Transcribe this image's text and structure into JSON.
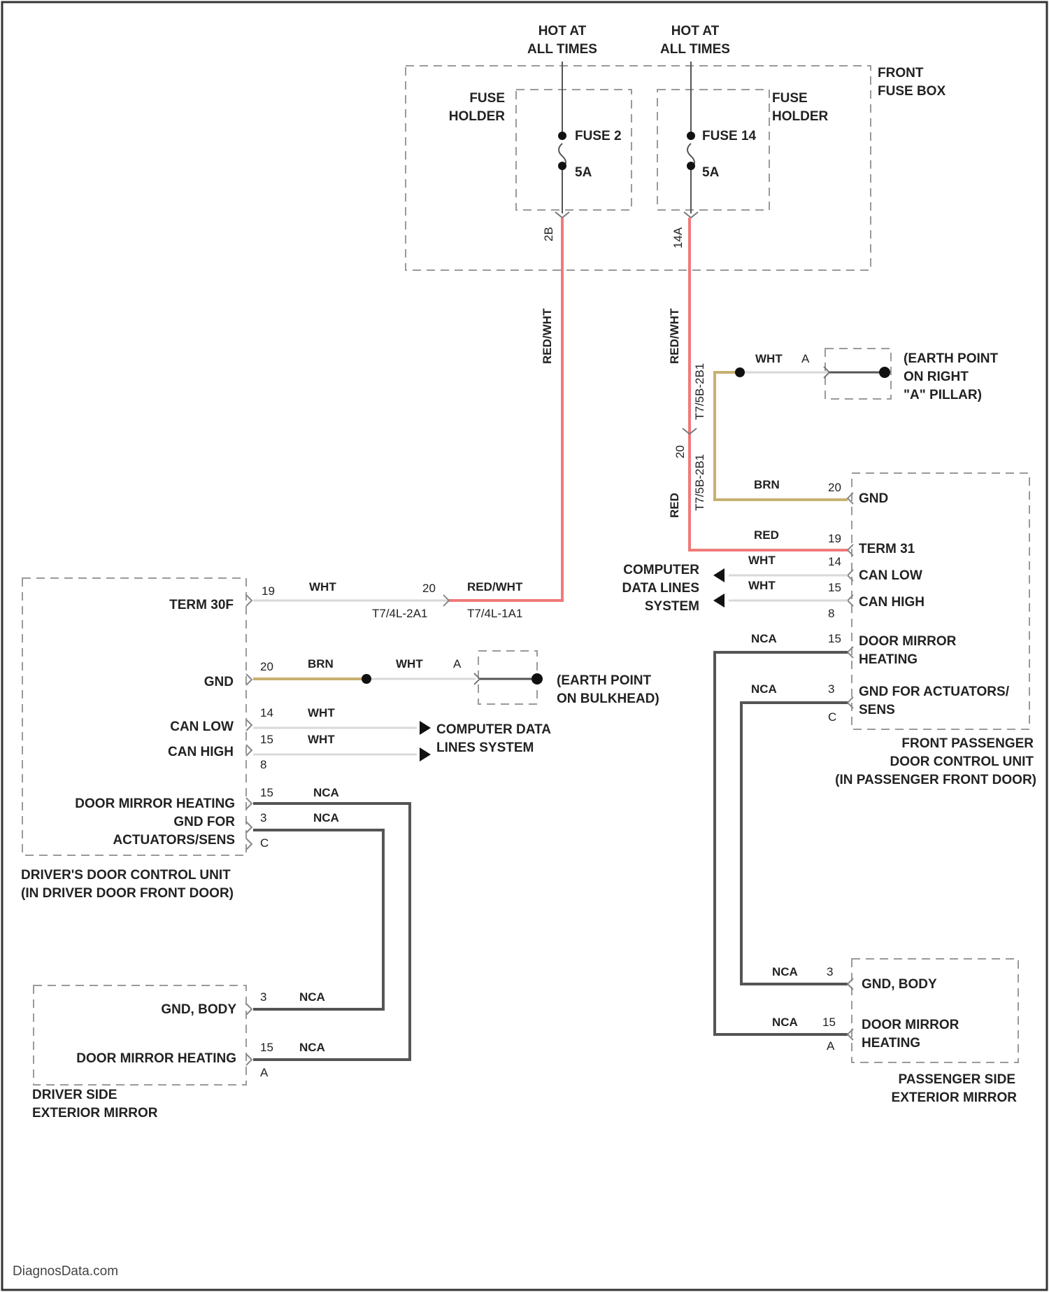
{
  "watermark": "DiagnosData.com",
  "colors": {
    "red_wht": "#f07a7a",
    "brn": "#c8b070",
    "wht": "#d8d8d8",
    "nca": "#555555",
    "box": "#9a9a9a"
  },
  "fuse_box": {
    "label_line1": "FRONT",
    "label_line2": "FUSE BOX",
    "hot_left_1": "HOT AT",
    "hot_left_2": "ALL TIMES",
    "hot_right_1": "HOT AT",
    "hot_right_2": "ALL TIMES",
    "holder_left_1": "FUSE",
    "holder_left_2": "HOLDER",
    "holder_right_1": "FUSE",
    "holder_right_2": "HOLDER",
    "fuse_left": "FUSE 2",
    "fuse_left_amp": "5A",
    "fuse_right": "FUSE 14",
    "fuse_right_amp": "5A",
    "pin_left": "2B",
    "pin_right": "14A"
  },
  "wires": {
    "red_wht": "RED/WHT",
    "red": "RED",
    "wht": "WHT",
    "brn": "BRN",
    "nca": "NCA"
  },
  "circuits": {
    "left_1": "T7/4L-2A1",
    "left_2": "T7/4L-1A1",
    "right_1": "T7/5B-2B1",
    "right_2": "T7/5B-2B1"
  },
  "earth_right": {
    "pin": "A",
    "line1": "(EARTH POINT",
    "line2": "ON RIGHT",
    "line3": "\"A\" PILLAR)"
  },
  "earth_left": {
    "pin": "A",
    "line1": "(EARTH POINT",
    "line2": "ON BULKHEAD)"
  },
  "passenger_unit": {
    "pins": [
      "20",
      "19",
      "14",
      "15",
      "8",
      "15",
      "3",
      "C"
    ],
    "gnd": "GND",
    "term31": "TERM 31",
    "can_low": "CAN LOW",
    "can_high": "CAN HIGH",
    "heat_1": "DOOR MIRROR",
    "heat_2": "HEATING",
    "gnd_act_1": "GND FOR ACTUATORS/",
    "gnd_act_2": "SENS",
    "name_1": "FRONT PASSENGER",
    "name_2": "DOOR CONTROL UNIT",
    "name_3": "(IN PASSENGER FRONT DOOR)"
  },
  "computer_right": {
    "line1": "COMPUTER",
    "line2": "DATA LINES",
    "line3": "SYSTEM"
  },
  "driver_unit": {
    "pins": [
      "19",
      "20",
      "14",
      "15",
      "8",
      "15",
      "3",
      "C"
    ],
    "term30f": "TERM 30F",
    "gnd": "GND",
    "can_low": "CAN LOW",
    "can_high": "CAN HIGH",
    "heat": "DOOR MIRROR HEATING",
    "gnd_for": "GND FOR",
    "act_sens": "ACTUATORS/SENS",
    "name_1": "DRIVER'S DOOR CONTROL UNIT",
    "name_2": "(IN DRIVER DOOR FRONT DOOR)"
  },
  "computer_left": {
    "line1": "COMPUTER DATA",
    "line2": "LINES SYSTEM"
  },
  "driver_mirror": {
    "pins": [
      "3",
      "15",
      "A"
    ],
    "gnd": "GND, BODY",
    "heat": "DOOR MIRROR HEATING",
    "name_1": "DRIVER SIDE",
    "name_2": "EXTERIOR MIRROR"
  },
  "passenger_mirror": {
    "pins": [
      "3",
      "15",
      "A"
    ],
    "gnd": "GND, BODY",
    "heat_1": "DOOR MIRROR",
    "heat_2": "HEATING",
    "name_1": "PASSENGER SIDE",
    "name_2": "EXTERIOR MIRROR"
  }
}
